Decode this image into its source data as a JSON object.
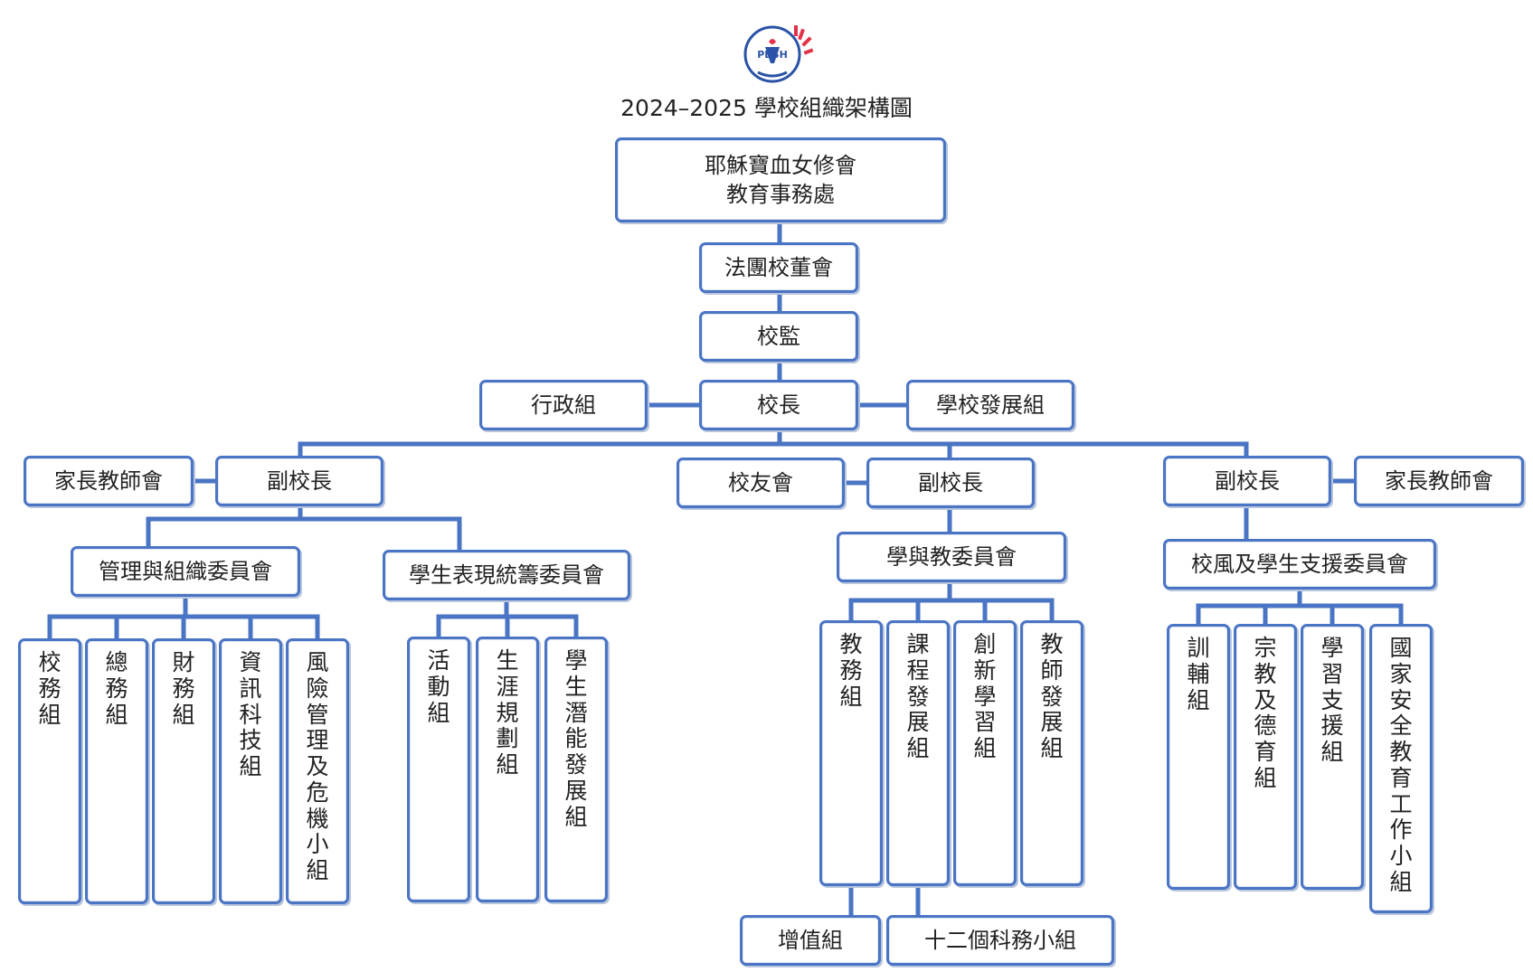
{
  "title": "2024–2025 學校組織架構圖",
  "logo_text": "PBSH",
  "colors": {
    "line": "#4a74c4",
    "border": "#4a74c4",
    "logo_blue": "#2a52a6",
    "logo_red": "#e2334a"
  },
  "nodes": {
    "top": "耶穌寶血女修會\n教育事務處",
    "board": "法團校董會",
    "supervisor": "校監",
    "principal": "校長",
    "admin": "行政組",
    "development": "學校發展組",
    "vp_left": "副校長",
    "pta_left": "家長教師會",
    "vp_mid": "副校長",
    "alumni": "校友會",
    "vp_right": "副校長",
    "pta_right": "家長教師會",
    "mgmt_committee": "管理與組織委員會",
    "student_committee": "學生表現統籌委員會",
    "learning_committee": "學與教委員會",
    "ethos_committee": "校風及學生支援委員會",
    "school_affairs": "校務組",
    "general_affairs": "總務組",
    "finance": "財務組",
    "it": "資訊科技組",
    "risk": "風險管理及危機小組",
    "activities": "活動組",
    "career": "生涯規劃組",
    "potential": "學生潛能發展組",
    "academic": "教務組",
    "curriculum": "課程發展組",
    "innovation": "創新學習組",
    "teacher_dev": "教師發展組",
    "enrichment": "增值組",
    "subjects": "十二個科務小組",
    "guidance": "訓輔組",
    "religion": "宗教及德育組",
    "learning_support": "學習支援組",
    "national_security": "國家安全教育工作小組"
  }
}
